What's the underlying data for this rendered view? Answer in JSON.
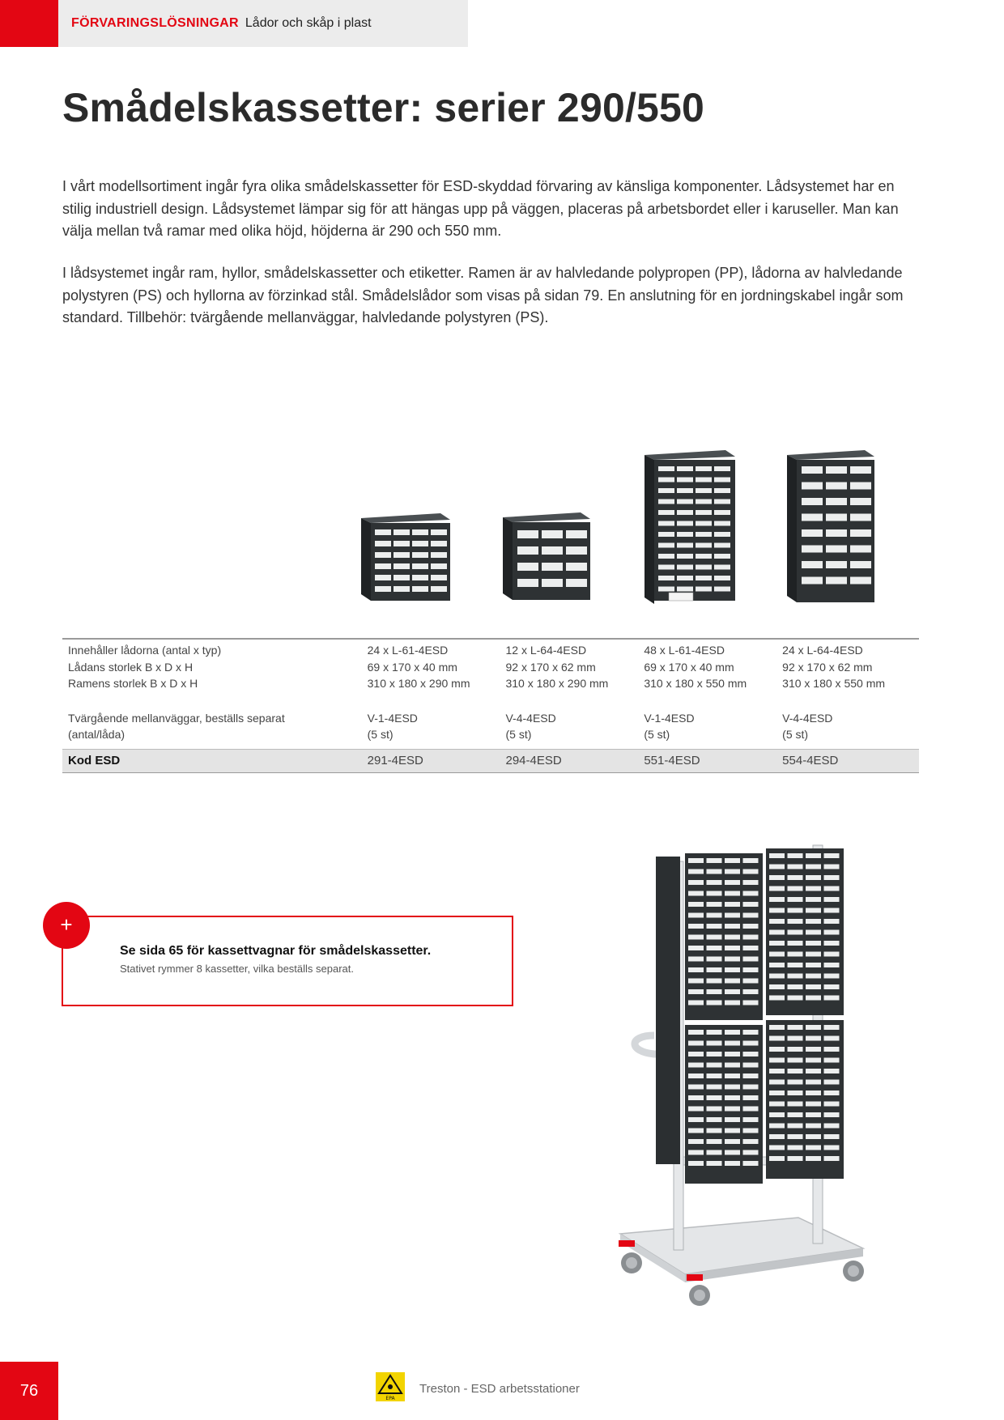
{
  "header": {
    "category": "FÖRVARINGSLÖSNINGAR",
    "subtitle": "Lådor och skåp i plast"
  },
  "title": "Smådelskassetter: serier 290/550",
  "paragraphs": [
    "I vårt modellsortiment ingår fyra olika smådelskassetter för ESD-skyddad förvaring av känsliga komponenter.  Lådsystemet har en stilig industriell design. Lådsystemet lämpar sig för att hängas upp på väggen, placeras på arbetsbordet eller i karuseller. Man kan välja mellan två ramar med olika höjd, höjderna är 290 och 550 mm.",
    "I lådsystemet ingår ram, hyllor, smådelskassetter och etiketter. Ramen är av halvledande polypropen (PP), lådorna av halvledande polystyren (PS) och hyllorna av förzinkad stål. Smådelslådor som visas på sidan 79. En anslutning för en jordningskabel ingår som standard. Tillbehör: tvärgående mellanväggar, halvledande polystyren (PS)."
  ],
  "spec_table": {
    "rows": [
      {
        "label": "Innehåller lådorna (antal x typ)",
        "values": [
          "24 x L-61-4ESD",
          "12 x L-64-4ESD",
          "48 x L-61-4ESD",
          "24 x L-64-4ESD"
        ]
      },
      {
        "label": "Lådans storlek  B x D x H",
        "values": [
          "69 x 170 x 40 mm",
          "92 x 170 x 62 mm",
          "69 x 170 x 40 mm",
          "92 x 170 x 62 mm"
        ]
      },
      {
        "label": "Ramens storlek  B x D x H",
        "values": [
          "310 x 180 x 290 mm",
          "310 x 180 x 290 mm",
          "310 x 180 x 550 mm",
          "310 x 180 x 550 mm"
        ]
      }
    ],
    "divider_rows": [
      {
        "label": "Tvärgående mellanväggar, beställs separat",
        "values": [
          "V-1-4ESD",
          "V-4-4ESD",
          "V-1-4ESD",
          "V-4-4ESD"
        ]
      },
      {
        "label": "(antal/låda)",
        "values": [
          "(5 st)",
          "(5 st)",
          "(5 st)",
          "(5 st)"
        ]
      }
    ],
    "code_row": {
      "label": "Kod ESD",
      "values": [
        "291-4ESD",
        "294-4ESD",
        "551-4ESD",
        "554-4ESD"
      ]
    }
  },
  "info_box": {
    "icon": "+",
    "main_text": "Se sida 65 för kassettvagnar för smådelskassetter.",
    "sub_text": "Stativet rymmer 8 kassetter, vilka beställs separat."
  },
  "footer": {
    "page_number": "76",
    "logo_text": "EPA",
    "text": "Treston - ESD arbetsstationer"
  },
  "colors": {
    "brand_red": "#e30613",
    "header_grey": "#ececec",
    "code_row_grey": "#e4e4e4",
    "cabinet_dark": "#2e3234",
    "epa_yellow": "#f2d400"
  }
}
